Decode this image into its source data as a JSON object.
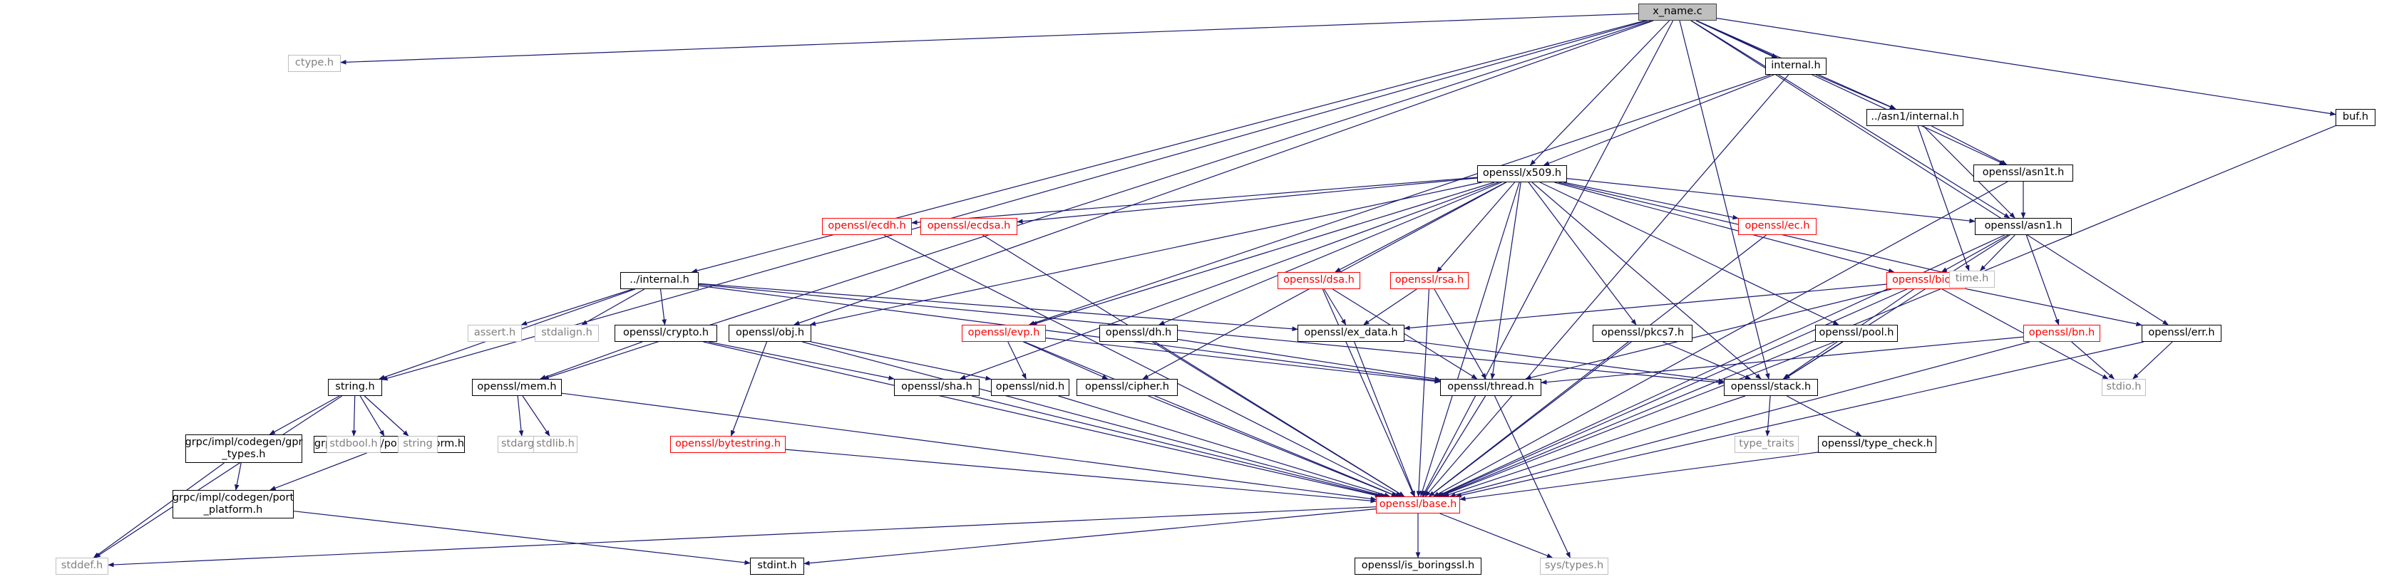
{
  "diagram": {
    "colors": {
      "edge": "#191970",
      "root_fill": "#bfbfbf",
      "missing_border": "#ff0000",
      "system_border": "#bfbfbf",
      "normal_border": "#000000"
    },
    "nodes": [
      {
        "id": "x_name_c",
        "lines": [
          "x_name.c"
        ],
        "style": "root"
      },
      {
        "id": "ctype_h",
        "lines": [
          "ctype.h"
        ],
        "style": "gray"
      },
      {
        "id": "internal_h_local",
        "lines": [
          "internal.h"
        ],
        "style": "normal"
      },
      {
        "id": "asn1_internal_h",
        "lines": [
          "../asn1/internal.h"
        ],
        "style": "normal"
      },
      {
        "id": "buf_h",
        "lines": [
          "buf.h"
        ],
        "style": "normal"
      },
      {
        "id": "openssl_x509_h",
        "lines": [
          "openssl/x509.h"
        ],
        "style": "normal"
      },
      {
        "id": "openssl_asn1t_h",
        "lines": [
          "openssl/asn1t.h"
        ],
        "style": "normal"
      },
      {
        "id": "openssl_ecdh_h",
        "lines": [
          "openssl/ecdh.h"
        ],
        "style": "red"
      },
      {
        "id": "openssl_ecdsa_h",
        "lines": [
          "openssl/ecdsa.h"
        ],
        "style": "red"
      },
      {
        "id": "openssl_ec_h",
        "lines": [
          "openssl/ec.h"
        ],
        "style": "red"
      },
      {
        "id": "openssl_asn1_h",
        "lines": [
          "openssl/asn1.h"
        ],
        "style": "normal"
      },
      {
        "id": "internal_h_parent",
        "lines": [
          "../internal.h"
        ],
        "style": "normal"
      },
      {
        "id": "openssl_dsa_h",
        "lines": [
          "openssl/dsa.h"
        ],
        "style": "red"
      },
      {
        "id": "openssl_rsa_h",
        "lines": [
          "openssl/rsa.h"
        ],
        "style": "red"
      },
      {
        "id": "openssl_bio_h",
        "lines": [
          "openssl/bio.h"
        ],
        "style": "red"
      },
      {
        "id": "time_h",
        "lines": [
          "time.h"
        ],
        "style": "gray"
      },
      {
        "id": "assert_h",
        "lines": [
          "assert.h"
        ],
        "style": "gray"
      },
      {
        "id": "stdalign_h",
        "lines": [
          "stdalign.h"
        ],
        "style": "gray"
      },
      {
        "id": "openssl_crypto_h",
        "lines": [
          "openssl/crypto.h"
        ],
        "style": "normal"
      },
      {
        "id": "openssl_obj_h",
        "lines": [
          "openssl/obj.h"
        ],
        "style": "normal"
      },
      {
        "id": "openssl_evp_h",
        "lines": [
          "openssl/evp.h"
        ],
        "style": "red"
      },
      {
        "id": "openssl_dh_h",
        "lines": [
          "openssl/dh.h"
        ],
        "style": "normal"
      },
      {
        "id": "openssl_ex_data_h",
        "lines": [
          "openssl/ex_data.h"
        ],
        "style": "normal"
      },
      {
        "id": "openssl_pkcs7_h",
        "lines": [
          "openssl/pkcs7.h"
        ],
        "style": "normal"
      },
      {
        "id": "openssl_pool_h",
        "lines": [
          "openssl/pool.h"
        ],
        "style": "normal"
      },
      {
        "id": "openssl_bn_h",
        "lines": [
          "openssl/bn.h"
        ],
        "style": "red"
      },
      {
        "id": "openssl_err_h",
        "lines": [
          "openssl/err.h"
        ],
        "style": "normal"
      },
      {
        "id": "string_h",
        "lines": [
          "string.h"
        ],
        "style": "normal"
      },
      {
        "id": "openssl_mem_h",
        "lines": [
          "openssl/mem.h"
        ],
        "style": "normal"
      },
      {
        "id": "openssl_sha_h",
        "lines": [
          "openssl/sha.h"
        ],
        "style": "normal"
      },
      {
        "id": "openssl_nid_h",
        "lines": [
          "openssl/nid.h"
        ],
        "style": "normal"
      },
      {
        "id": "openssl_cipher_h",
        "lines": [
          "openssl/cipher.h"
        ],
        "style": "normal"
      },
      {
        "id": "openssl_thread_h",
        "lines": [
          "openssl/thread.h"
        ],
        "style": "normal"
      },
      {
        "id": "openssl_stack_h",
        "lines": [
          "openssl/stack.h"
        ],
        "style": "normal"
      },
      {
        "id": "stdio_h",
        "lines": [
          "stdio.h"
        ],
        "style": "gray"
      },
      {
        "id": "grpc_types_h",
        "lines": [
          "grpc/impl/codegen/gpr",
          "_types.h"
        ],
        "style": "normal"
      },
      {
        "id": "grpc_support_port_platform_h",
        "lines": [
          "grpc/support/port_platform.h"
        ],
        "style": "normal"
      },
      {
        "id": "stdbool_h",
        "lines": [
          "stdbool.h"
        ],
        "style": "gray"
      },
      {
        "id": "string",
        "lines": [
          "string"
        ],
        "style": "gray"
      },
      {
        "id": "stdarg_h",
        "lines": [
          "stdarg.h"
        ],
        "style": "gray"
      },
      {
        "id": "stdlib_h",
        "lines": [
          "stdlib.h"
        ],
        "style": "gray"
      },
      {
        "id": "openssl_bytestring_h",
        "lines": [
          "openssl/bytestring.h"
        ],
        "style": "red"
      },
      {
        "id": "type_traits",
        "lines": [
          "type_traits"
        ],
        "style": "gray"
      },
      {
        "id": "openssl_type_check_h",
        "lines": [
          "openssl/type_check.h"
        ],
        "style": "normal"
      },
      {
        "id": "grpc_port_platform_h",
        "lines": [
          "grpc/impl/codegen/port",
          "_platform.h"
        ],
        "style": "normal"
      },
      {
        "id": "openssl_base_h",
        "lines": [
          "openssl/base.h"
        ],
        "style": "red"
      },
      {
        "id": "stddef_h",
        "lines": [
          "stddef.h"
        ],
        "style": "gray"
      },
      {
        "id": "stdint_h",
        "lines": [
          "stdint.h"
        ],
        "style": "normal"
      },
      {
        "id": "openssl_is_boringssl_h",
        "lines": [
          "openssl/is_boringssl.h"
        ],
        "style": "normal"
      },
      {
        "id": "sys_types_h",
        "lines": [
          "sys/types.h"
        ],
        "style": "gray"
      }
    ],
    "edges": [
      [
        "x_name_c",
        "ctype_h"
      ],
      [
        "x_name_c",
        "internal_h_local"
      ],
      [
        "x_name_c",
        "asn1_internal_h"
      ],
      [
        "x_name_c",
        "buf_h"
      ],
      [
        "x_name_c",
        "openssl_x509_h"
      ],
      [
        "x_name_c",
        "openssl_asn1t_h"
      ],
      [
        "x_name_c",
        "openssl_asn1_h"
      ],
      [
        "x_name_c",
        "internal_h_parent"
      ],
      [
        "x_name_c",
        "openssl_obj_h"
      ],
      [
        "x_name_c",
        "openssl_err_h"
      ],
      [
        "x_name_c",
        "string_h"
      ],
      [
        "x_name_c",
        "openssl_mem_h"
      ],
      [
        "x_name_c",
        "openssl_stack_h"
      ],
      [
        "x_name_c",
        "openssl_base_h"
      ],
      [
        "internal_h_local",
        "asn1_internal_h"
      ],
      [
        "internal_h_local",
        "openssl_x509_h"
      ],
      [
        "internal_h_local",
        "openssl_evp_h"
      ],
      [
        "internal_h_local",
        "openssl_base_h"
      ],
      [
        "asn1_internal_h",
        "openssl_asn1t_h"
      ],
      [
        "asn1_internal_h",
        "openssl_asn1_h"
      ],
      [
        "asn1_internal_h",
        "time_h"
      ],
      [
        "buf_h",
        "openssl_base_h"
      ],
      [
        "openssl_x509_h",
        "openssl_ecdh_h"
      ],
      [
        "openssl_x509_h",
        "openssl_ecdsa_h"
      ],
      [
        "openssl_x509_h",
        "openssl_ec_h"
      ],
      [
        "openssl_x509_h",
        "openssl_asn1_h"
      ],
      [
        "openssl_x509_h",
        "openssl_dsa_h"
      ],
      [
        "openssl_x509_h",
        "openssl_rsa_h"
      ],
      [
        "openssl_x509_h",
        "openssl_bio_h"
      ],
      [
        "openssl_x509_h",
        "time_h"
      ],
      [
        "openssl_x509_h",
        "openssl_obj_h"
      ],
      [
        "openssl_x509_h",
        "openssl_evp_h"
      ],
      [
        "openssl_x509_h",
        "openssl_dh_h"
      ],
      [
        "openssl_x509_h",
        "openssl_pkcs7_h"
      ],
      [
        "openssl_x509_h",
        "openssl_pool_h"
      ],
      [
        "openssl_x509_h",
        "openssl_sha_h"
      ],
      [
        "openssl_x509_h",
        "openssl_cipher_h"
      ],
      [
        "openssl_x509_h",
        "openssl_thread_h"
      ],
      [
        "openssl_x509_h",
        "openssl_stack_h"
      ],
      [
        "openssl_x509_h",
        "openssl_base_h"
      ],
      [
        "openssl_asn1t_h",
        "openssl_asn1_h"
      ],
      [
        "openssl_asn1t_h",
        "openssl_base_h"
      ],
      [
        "openssl_ecdh_h",
        "openssl_base_h"
      ],
      [
        "openssl_ecdsa_h",
        "openssl_base_h"
      ],
      [
        "openssl_ec_h",
        "openssl_base_h"
      ],
      [
        "openssl_asn1_h",
        "openssl_bio_h"
      ],
      [
        "openssl_asn1_h",
        "time_h"
      ],
      [
        "openssl_asn1_h",
        "openssl_bn_h"
      ],
      [
        "openssl_asn1_h",
        "openssl_stack_h"
      ],
      [
        "openssl_asn1_h",
        "openssl_base_h"
      ],
      [
        "internal_h_parent",
        "assert_h"
      ],
      [
        "internal_h_parent",
        "stdalign_h"
      ],
      [
        "internal_h_parent",
        "openssl_crypto_h"
      ],
      [
        "internal_h_parent",
        "openssl_ex_data_h"
      ],
      [
        "internal_h_parent",
        "openssl_stack_h"
      ],
      [
        "internal_h_parent",
        "openssl_thread_h"
      ],
      [
        "internal_h_parent",
        "string_h"
      ],
      [
        "openssl_dsa_h",
        "openssl_ex_data_h"
      ],
      [
        "openssl_dsa_h",
        "openssl_thread_h"
      ],
      [
        "openssl_dsa_h",
        "openssl_base_h"
      ],
      [
        "openssl_rsa_h",
        "openssl_ex_data_h"
      ],
      [
        "openssl_rsa_h",
        "openssl_thread_h"
      ],
      [
        "openssl_rsa_h",
        "openssl_base_h"
      ],
      [
        "openssl_bio_h",
        "openssl_ex_data_h"
      ],
      [
        "openssl_bio_h",
        "openssl_err_h"
      ],
      [
        "openssl_bio_h",
        "openssl_stack_h"
      ],
      [
        "openssl_bio_h",
        "openssl_thread_h"
      ],
      [
        "openssl_bio_h",
        "stdio_h"
      ],
      [
        "openssl_bio_h",
        "openssl_base_h"
      ],
      [
        "openssl_crypto_h",
        "openssl_mem_h"
      ],
      [
        "openssl_crypto_h",
        "openssl_sha_h"
      ],
      [
        "openssl_crypto_h",
        "openssl_base_h"
      ],
      [
        "openssl_obj_h",
        "openssl_bytestring_h"
      ],
      [
        "openssl_obj_h",
        "openssl_nid_h"
      ],
      [
        "openssl_obj_h",
        "openssl_base_h"
      ],
      [
        "openssl_evp_h",
        "openssl_nid_h"
      ],
      [
        "openssl_evp_h",
        "openssl_cipher_h"
      ],
      [
        "openssl_evp_h",
        "openssl_thread_h"
      ],
      [
        "openssl_evp_h",
        "openssl_base_h"
      ],
      [
        "openssl_dh_h",
        "openssl_thread_h"
      ],
      [
        "openssl_dh_h",
        "openssl_base_h"
      ],
      [
        "openssl_ex_data_h",
        "openssl_stack_h"
      ],
      [
        "openssl_ex_data_h",
        "openssl_base_h"
      ],
      [
        "openssl_pkcs7_h",
        "openssl_stack_h"
      ],
      [
        "openssl_pkcs7_h",
        "openssl_base_h"
      ],
      [
        "openssl_pool_h",
        "openssl_stack_h"
      ],
      [
        "openssl_pool_h",
        "openssl_base_h"
      ],
      [
        "openssl_bn_h",
        "openssl_thread_h"
      ],
      [
        "openssl_bn_h",
        "stdio_h"
      ],
      [
        "openssl_bn_h",
        "openssl_base_h"
      ],
      [
        "openssl_err_h",
        "stdio_h"
      ],
      [
        "openssl_err_h",
        "openssl_base_h"
      ],
      [
        "string_h",
        "grpc_types_h"
      ],
      [
        "string_h",
        "grpc_support_port_platform_h"
      ],
      [
        "string_h",
        "stdbool_h"
      ],
      [
        "string_h",
        "string"
      ],
      [
        "string_h",
        "stddef_h"
      ],
      [
        "openssl_mem_h",
        "stdarg_h"
      ],
      [
        "openssl_mem_h",
        "stdlib_h"
      ],
      [
        "openssl_mem_h",
        "openssl_base_h"
      ],
      [
        "openssl_sha_h",
        "openssl_base_h"
      ],
      [
        "openssl_nid_h",
        "openssl_base_h"
      ],
      [
        "openssl_cipher_h",
        "openssl_base_h"
      ],
      [
        "openssl_thread_h",
        "sys_types_h"
      ],
      [
        "openssl_thread_h",
        "openssl_base_h"
      ],
      [
        "openssl_stack_h",
        "type_traits"
      ],
      [
        "openssl_stack_h",
        "openssl_type_check_h"
      ],
      [
        "openssl_stack_h",
        "openssl_base_h"
      ],
      [
        "openssl_type_check_h",
        "openssl_base_h"
      ],
      [
        "grpc_types_h",
        "stddef_h"
      ],
      [
        "grpc_types_h",
        "grpc_port_platform_h"
      ],
      [
        "grpc_support_port_platform_h",
        "grpc_port_platform_h"
      ],
      [
        "grpc_port_platform_h",
        "stdint_h"
      ],
      [
        "openssl_bytestring_h",
        "openssl_base_h"
      ],
      [
        "openssl_base_h",
        "stddef_h"
      ],
      [
        "openssl_base_h",
        "stdint_h"
      ],
      [
        "openssl_base_h",
        "openssl_is_boringssl_h"
      ],
      [
        "openssl_base_h",
        "sys_types_h"
      ]
    ]
  }
}
